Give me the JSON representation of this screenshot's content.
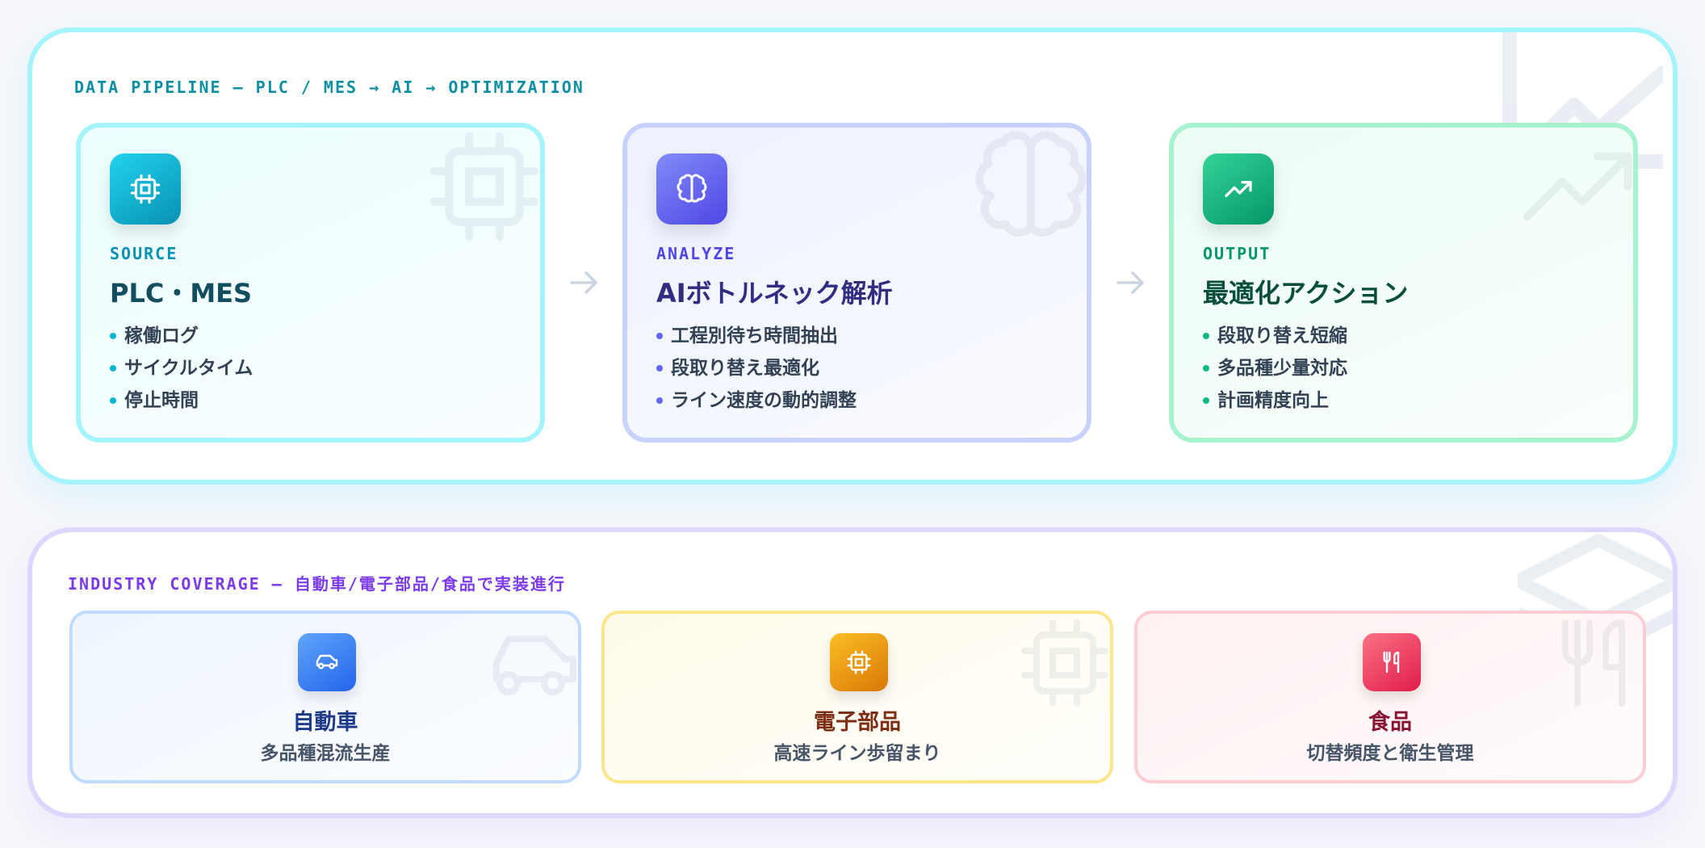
{
  "pipeline": {
    "label": "DATA PIPELINE — PLC / MES → AI → OPTIMIZATION",
    "stages": [
      {
        "kicker": "SOURCE",
        "title": "PLC・MES",
        "icon": "cpu-icon",
        "accent": "#06b6d4",
        "items": [
          "稼働ログ",
          "サイクルタイム",
          "停止時間"
        ]
      },
      {
        "kicker": "ANALYZE",
        "title": "AIボトルネック解析",
        "icon": "brain-icon",
        "accent": "#6366f1",
        "items": [
          "工程別待ち時間抽出",
          "段取り替え最適化",
          "ライン速度の動的調整"
        ]
      },
      {
        "kicker": "OUTPUT",
        "title": "最適化アクション",
        "icon": "trending-up-icon",
        "accent": "#10b981",
        "items": [
          "段取り替え短縮",
          "多品種少量対応",
          "計画精度向上"
        ]
      }
    ],
    "arrow_icon": "arrow-right-icon"
  },
  "industry": {
    "label": "INDUSTRY COVERAGE — 自動車/電子部品/食品で実装進行",
    "cards": [
      {
        "title": "自動車",
        "subtitle": "多品種混流生産",
        "icon": "car-icon",
        "accent": "#2563eb"
      },
      {
        "title": "電子部品",
        "subtitle": "高速ライン歩留まり",
        "icon": "cpu-icon",
        "accent": "#d97706"
      },
      {
        "title": "食品",
        "subtitle": "切替頻度と衛生管理",
        "icon": "utensils-icon",
        "accent": "#e11d48"
      }
    ]
  }
}
